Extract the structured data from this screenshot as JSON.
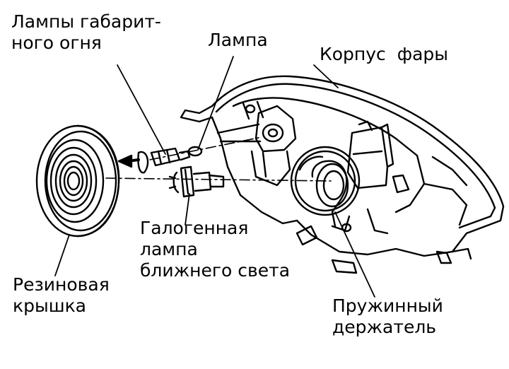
{
  "labels": {
    "side_lamps": [
      "Лампы габарит-",
      "ного огня"
    ],
    "lamp": "Лампа",
    "housing": "Корпус  фары",
    "halogen": [
      "Галогенная",
      "лампа",
      "ближнего света"
    ],
    "rubber_cap": [
      "Резиновая",
      "крышка"
    ],
    "spring_holder": [
      "Пружинный",
      "держатель"
    ]
  },
  "colors": {
    "ink": "#000000",
    "paper": "#ffffff"
  }
}
